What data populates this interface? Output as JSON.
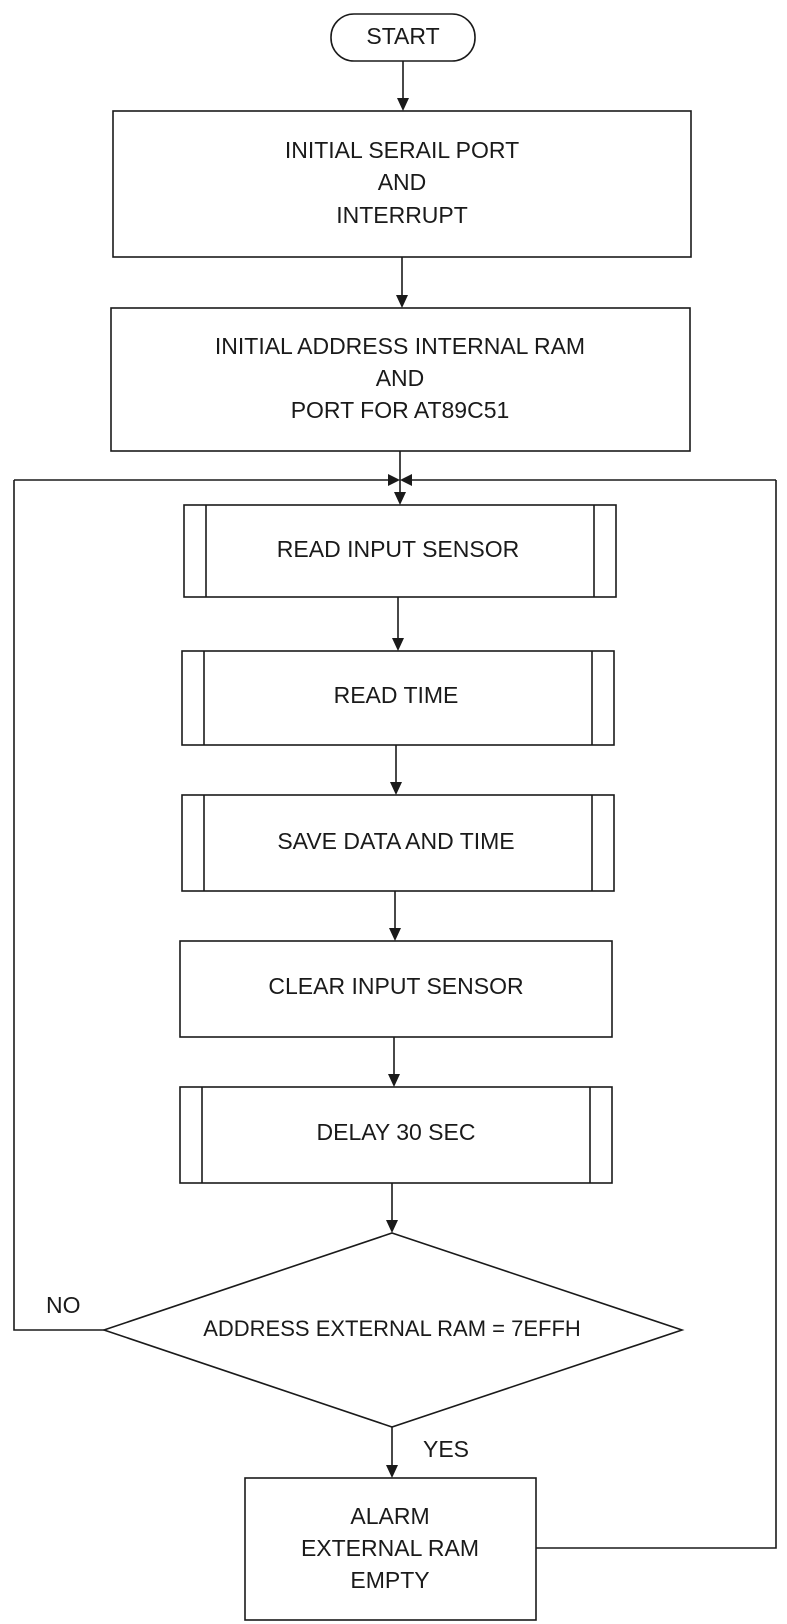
{
  "flowchart": {
    "start": "START",
    "init_serial": [
      "INITIAL SERAIL PORT",
      "AND",
      "INTERRUPT"
    ],
    "init_ram": [
      "INITIAL ADDRESS INTERNAL RAM",
      "AND",
      "PORT FOR AT89C51"
    ],
    "read_input": "READ INPUT SENSOR",
    "read_time": "READ TIME",
    "save_data": "SAVE DATA AND TIME",
    "clear_input": "CLEAR INPUT SENSOR",
    "delay": "DELAY 30 SEC",
    "decision": "ADDRESS EXTERNAL RAM = 7EFFH",
    "no_label": "NO",
    "yes_label": "YES",
    "alarm": [
      "ALARM",
      "EXTERNAL RAM",
      "EMPTY"
    ]
  }
}
